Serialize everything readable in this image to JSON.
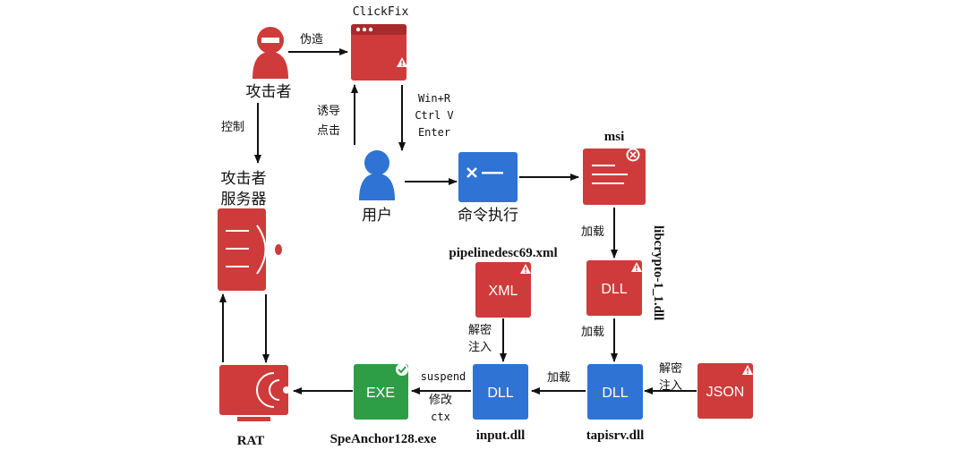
{
  "colors": {
    "red": "#cf3b3b",
    "dark_red": "#a82a2a",
    "blue": "#2f73d4",
    "green": "#2e9e46",
    "black": "#111111"
  },
  "nodes": {
    "attacker": {
      "label": "攻击者",
      "icon": "attacker-person-icon"
    },
    "clickfix": {
      "label": "ClickFix",
      "icon": "browser-window-warning-icon"
    },
    "user": {
      "label": "用户",
      "icon": "user-person-icon"
    },
    "cmd": {
      "label": "命令执行",
      "icon": "command-icon"
    },
    "msi": {
      "label": "msi",
      "icon": "document-error-icon"
    },
    "server": {
      "label_line1": "攻击者",
      "label_line2": "服务器",
      "icon": "server-icon"
    },
    "xml": {
      "label": "pipelinedesc69.xml",
      "box_text": "XML"
    },
    "dll_libcrypto": {
      "label": "libcrypto-1_1.dll",
      "box_text": "DLL"
    },
    "dll_input": {
      "label": "input.dll",
      "box_text": "DLL"
    },
    "dll_tapisrv": {
      "label": "tapisrv.dll",
      "box_text": "DLL"
    },
    "json": {
      "box_text": "JSON"
    },
    "exe": {
      "label": "SpeAnchor128.exe",
      "box_text": "EXE"
    },
    "rat": {
      "label": "RAT",
      "icon": "rat-device-icon"
    }
  },
  "edges": {
    "forge": "伪造",
    "control": "控制",
    "lure_line1": "诱导",
    "lure_line2": "点击",
    "keys_line1": "Win+R",
    "keys_line2": "Ctrl V",
    "keys_line3": "Enter",
    "load1": "加载",
    "load2": "加载",
    "load3": "加载",
    "decrypt_xml_line1": "解密",
    "decrypt_xml_line2": "注入",
    "decrypt_json_line1": "解密",
    "decrypt_json_line2": "注入",
    "suspend": "suspend",
    "modify_line1": "修改",
    "modify_line2": "ctx"
  }
}
